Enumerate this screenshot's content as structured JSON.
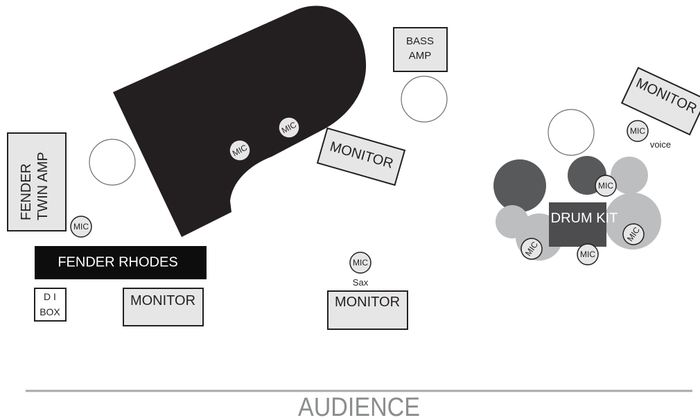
{
  "colors": {
    "piano": "#231f20",
    "rhodes": "#0d0d0d",
    "box_fill": "#e6e6e7",
    "drum_dark": "#58595b",
    "drum_light": "#bcbec0",
    "drum_kit_box": "#4d4d4f",
    "audience_line": "#a7a9ac",
    "audience_text": "#8a8c8e"
  },
  "labels": {
    "fender_twin_line1": "FENDER",
    "fender_twin_line2": "TWIN AMP",
    "fender_rhodes": "FENDER RHODES",
    "di_box_line1": "D I",
    "di_box_line2": "BOX",
    "monitor_left": "MONITOR",
    "monitor_piano": "MONITOR",
    "monitor_center": "MONITOR",
    "monitor_right": "MONITOR",
    "bass_amp_line1": "BASS",
    "bass_amp_line2": "AMP",
    "drum_kit": "DRUM KIT",
    "sax": "Sax",
    "voice": "voice",
    "audience": "AUDIENCE"
  },
  "mics": {
    "amp": "MIC",
    "piano_1": "MIC",
    "piano_2": "MIC",
    "sax": "MIC",
    "voice": "MIC",
    "drum_top": "MIC",
    "drum_left": "MIC",
    "drum_bottom": "MIC",
    "drum_right": "MIC"
  }
}
